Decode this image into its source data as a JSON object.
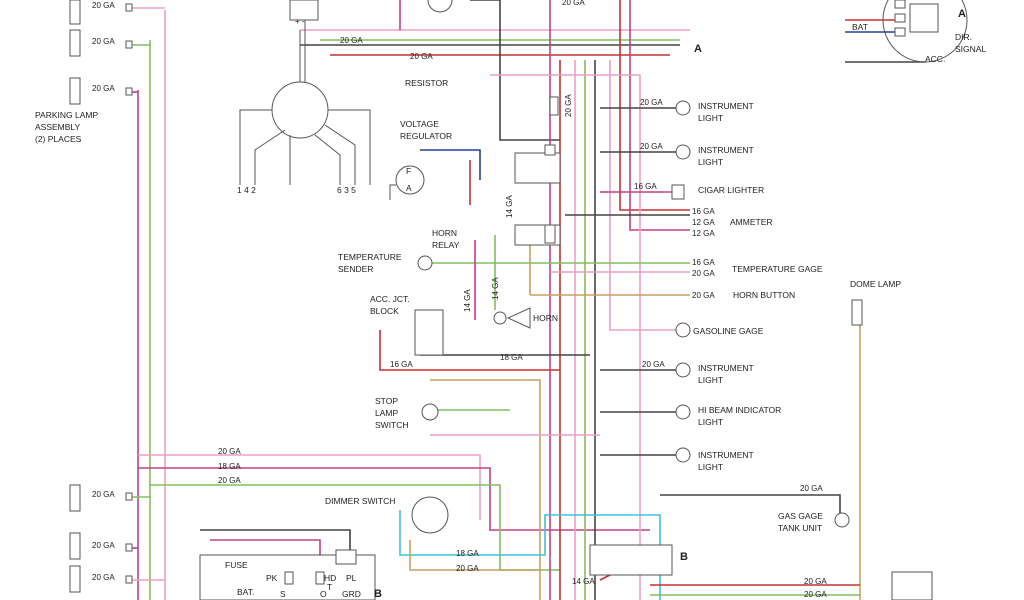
{
  "wire_gauges": {
    "g20": "20 GA",
    "g18": "18 GA",
    "g16": "16 GA",
    "g14": "14 GA",
    "g12": "12 GA"
  },
  "labels": {
    "parking_lamp": [
      "PARKING LAMP",
      "ASSEMBLY",
      "(2) PLACES"
    ],
    "resistor": "RESISTOR",
    "voltage_regulator": [
      "VOLTAGE",
      "REGULATOR"
    ],
    "horn_relay": [
      "HORN",
      "RELAY"
    ],
    "temperature_sender": [
      "TEMPERATURE",
      "SENDER"
    ],
    "acc_jct_block": [
      "ACC. JCT.",
      "BLOCK"
    ],
    "horn": "HORN",
    "stop_lamp_switch": [
      "STOP",
      "LAMP",
      "SWITCH"
    ],
    "dimmer_switch": "DIMMER SWITCH",
    "instrument_light": [
      "INSTRUMENT",
      "LIGHT"
    ],
    "cigar_lighter": "CIGAR LIGHTER",
    "ammeter": "AMMETER",
    "temperature_gage": "TEMPERATURE GAGE",
    "horn_button": "HORN BUTTON",
    "dome_lamp": "DOME LAMP",
    "gasoline_gage": "GASOLINE GAGE",
    "hi_beam": [
      "HI BEAM INDICATOR",
      "LIGHT"
    ],
    "gas_gage_tank_unit": [
      "GAS GAGE",
      "TANK UNIT"
    ],
    "dir_signal": [
      "DIR.",
      "SIGNAL"
    ],
    "bat": "BAT",
    "acc": "ACC.",
    "fuse": "FUSE",
    "bat_short": "BAT.",
    "pk": "PK",
    "hd": "HD",
    "pl": "PL",
    "grd": "GRD",
    "s": "S",
    "t": "T",
    "o": "O",
    "fa": [
      "F",
      "A"
    ],
    "plug_pins_left": "1 4 2",
    "plug_pins_right": "6 3 5",
    "plus_minus": "+ -",
    "a": "A",
    "b": "B"
  },
  "colors": {
    "pink": "#e8a0c8",
    "magenta": "#c0408a",
    "green": "#80c060",
    "red": "#c83030",
    "cyan": "#40c0e0",
    "tan": "#c8a060",
    "blue": "#2040a0",
    "black": "#444444"
  }
}
